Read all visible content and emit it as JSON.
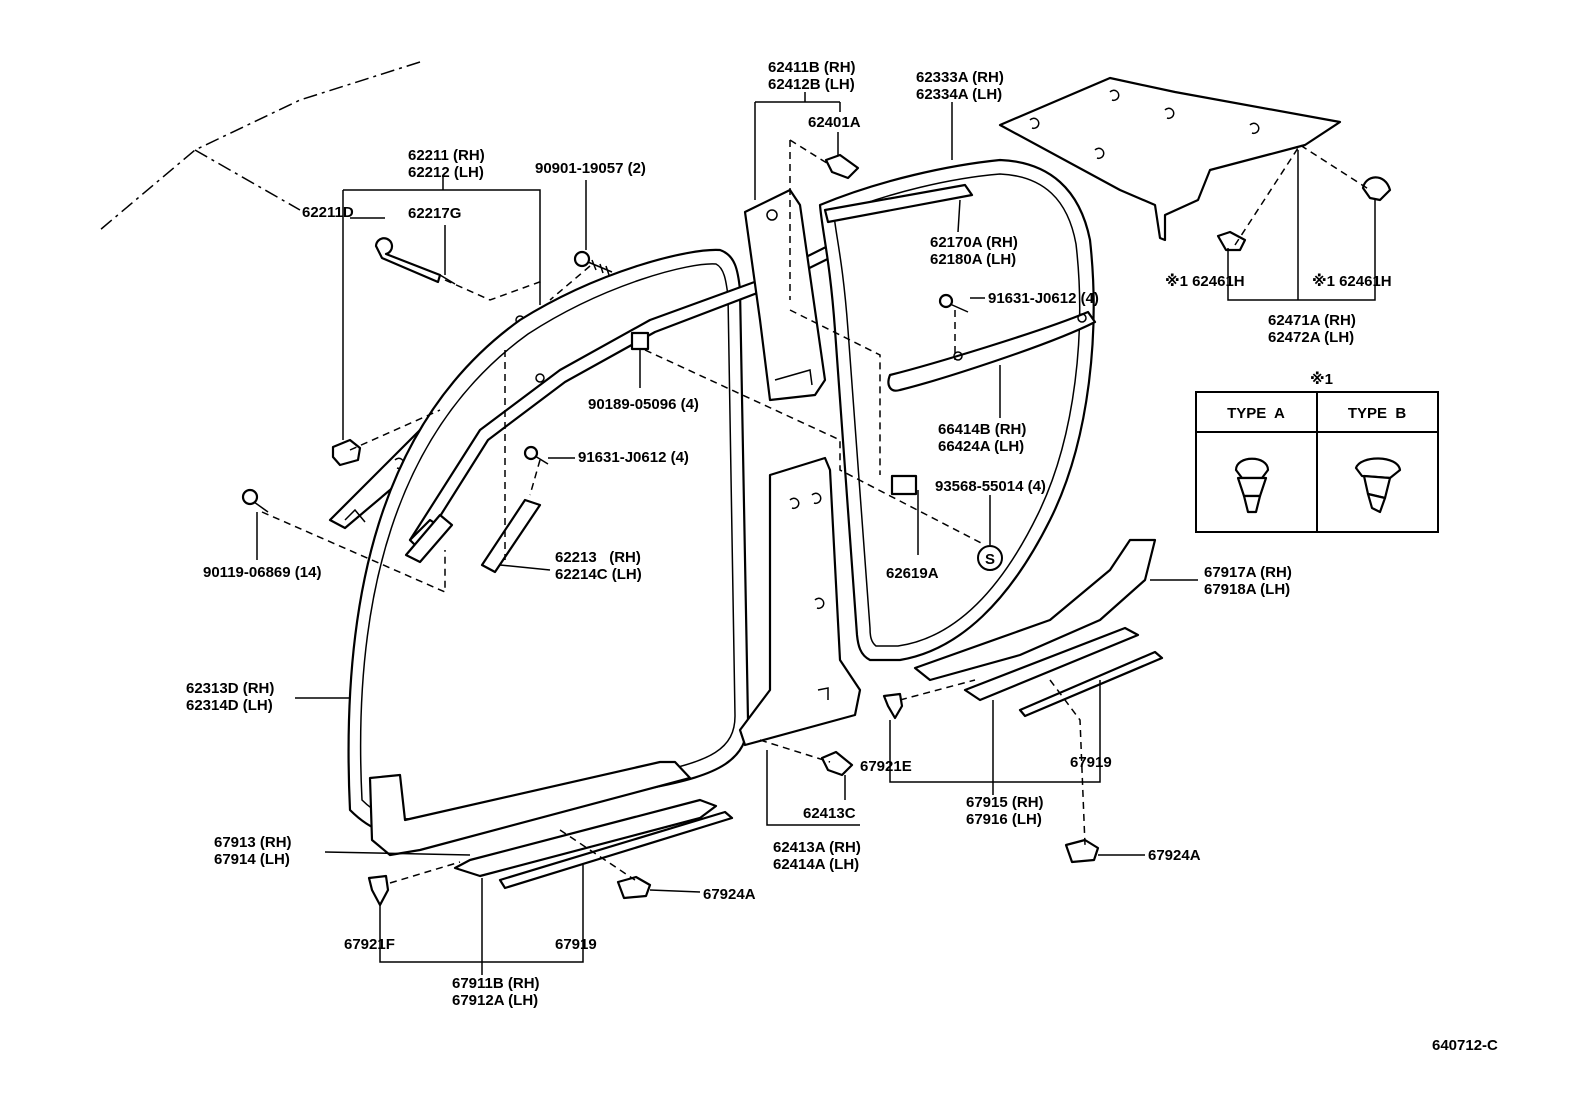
{
  "labels": {
    "p62211D": "62211D",
    "p62211": "62211 (RH)",
    "p62212": "62212 (LH)",
    "p62217G": "62217G",
    "p90901": "90901-19057 (2)",
    "p62411B": "62411B (RH)",
    "p62412B": "62412B (LH)",
    "p62401A": "62401A",
    "p62333A": "62333A (RH)",
    "p62334A": "62334A (LH)",
    "p62170A": "62170A (RH)",
    "p62180A": "62180A (LH)",
    "p62461H_a": "※1 62461H",
    "p62461H_b": "※1 62461H",
    "p62471A": "62471A (RH)",
    "p62472A": "62472A (LH)",
    "p91631_top": "91631-J0612 (4)",
    "p90189": "90189-05096 (4)",
    "p66414B": "66414B (RH)",
    "p66424A": "66424A (LH)",
    "p91631_mid": "91631-J0612 (4)",
    "p93568": "93568-55014 (4)",
    "p90119": "90119-06869 (14)",
    "p62213": "62213   (RH)",
    "p62214C": "62214C (LH)",
    "p62619A": "62619A",
    "p62313D": "62313D (RH)",
    "p62314D": "62314D (LH)",
    "p67917A": "67917A (RH)",
    "p67918A": "67918A (LH)",
    "p67921E": "67921E",
    "p67919_r": "67919",
    "p62413C": "62413C",
    "p67915": "67915 (RH)",
    "p67916": "67916 (LH)",
    "p62413A": "62413A (RH)",
    "p62414A": "62414A (LH)",
    "p67913": "67913 (RH)",
    "p67914": "67914 (LH)",
    "p67924A_r": "67924A",
    "p67924A_l": "67924A",
    "p67921F": "67921F",
    "p67919_l": "67919",
    "p67911B": "67911B (RH)",
    "p67912A": "67912A (LH)",
    "s_marker": "S",
    "diagram_code": "640712-C"
  },
  "legend_table": {
    "title": "※1",
    "columns": [
      "TYPE  A",
      "TYPE  B"
    ]
  }
}
